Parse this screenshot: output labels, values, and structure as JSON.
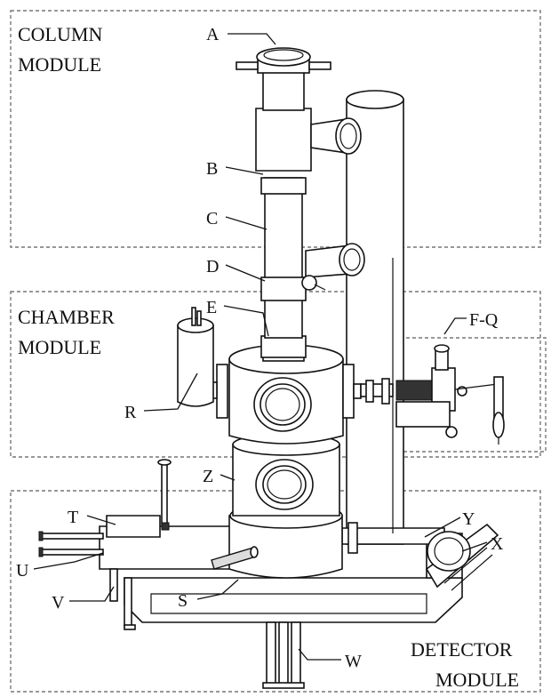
{
  "modules": {
    "column": {
      "line1": "COLUMN",
      "line2": "MODULE"
    },
    "chamber": {
      "line1": "CHAMBER",
      "line2": "MODULE"
    },
    "detector": {
      "line1": "DETECTOR",
      "line2": "MODULE"
    }
  },
  "labels": {
    "A": "A",
    "B": "B",
    "C": "C",
    "D": "D",
    "E": "E",
    "FQ": "F-Q",
    "R": "R",
    "Z": "Z",
    "T": "T",
    "Y": "Y",
    "X": "X",
    "U": "U",
    "V": "V",
    "S": "S",
    "W": "W"
  }
}
